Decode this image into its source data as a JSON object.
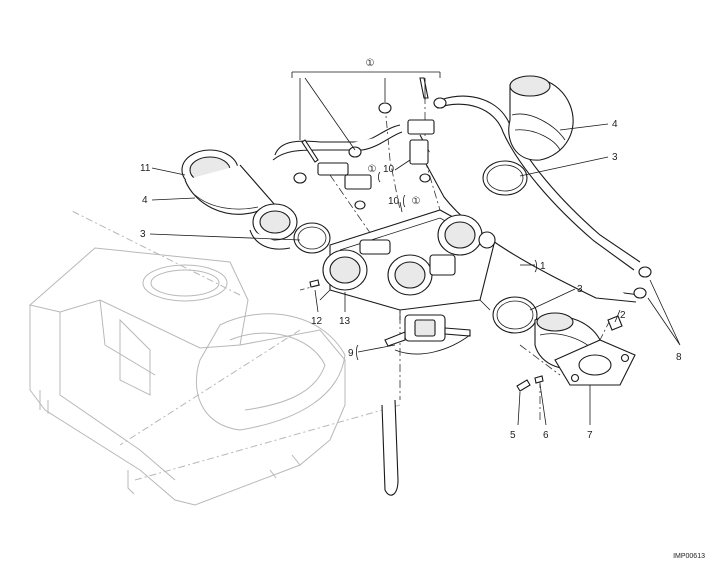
{
  "diagram": {
    "group_marker": "①",
    "reference_code": "IMP00613",
    "callouts": [
      {
        "id": "c11",
        "text": "11"
      },
      {
        "id": "c4a",
        "text": "4"
      },
      {
        "id": "c3a",
        "text": "3"
      },
      {
        "id": "c4b",
        "text": "4"
      },
      {
        "id": "c3b",
        "text": "3"
      },
      {
        "id": "c10a",
        "text": "10"
      },
      {
        "id": "c10b",
        "text": "10"
      },
      {
        "id": "c1",
        "text": "1"
      },
      {
        "id": "c3c",
        "text": "3"
      },
      {
        "id": "c2",
        "text": "2"
      },
      {
        "id": "c8",
        "text": "8"
      },
      {
        "id": "c12",
        "text": "12"
      },
      {
        "id": "c13",
        "text": "13"
      },
      {
        "id": "c9",
        "text": "9"
      },
      {
        "id": "c5",
        "text": "5"
      },
      {
        "id": "c6",
        "text": "6"
      },
      {
        "id": "c7",
        "text": "7"
      }
    ]
  }
}
